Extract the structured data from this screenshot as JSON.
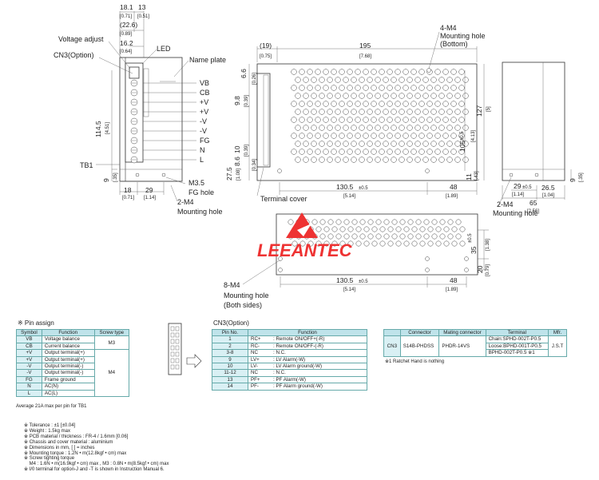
{
  "side_view": {
    "dims": {
      "top_a": "18.1",
      "top_b": "13",
      "top_a_in": "[0.71]",
      "top_b_in": "[0.51]",
      "d226": "(22.6)",
      "d226_in": "[0.89]",
      "d162": "16.2",
      "d162_in": "[0.64]",
      "h1145": "114.5",
      "h1145_in": "[4.51]",
      "b9": "9",
      "b9_in": "[.35]",
      "b18": "18",
      "b18_in": "[0.71]",
      "b29": "29",
      "b29_in": "[1.14]"
    },
    "labels": {
      "voltage_adjust": "Voltage adjust",
      "cn3": "CN3(Option)",
      "led": "LED",
      "name_plate": "Name plate",
      "tb1": "TB1",
      "m35": "M3.5",
      "fg_hole": "FG hole",
      "two_m4": "2-M4",
      "mounting_hole": "Mounting hole"
    },
    "terminals": [
      "VB",
      "CB",
      "+V",
      "+V",
      "-V",
      "-V",
      "FG",
      "N",
      "L"
    ]
  },
  "top_view": {
    "dims": {
      "d19": "(19)",
      "d19_in": "[0.75]",
      "d195": "195",
      "d195_in": "[7.68]",
      "d66": "6.6",
      "d66_in": "[0.26]",
      "d98": "9.8",
      "d98_in": "[0.39]",
      "d10": "10",
      "d10_in": "[0.39]",
      "d86": "8.6",
      "d86_in": "[0.34]",
      "d275": "27.5",
      "d275_in": "[1.08]",
      "d105": "105",
      "d105_tol": "±0.5",
      "d105_in": "[4.13]",
      "d127": "127",
      "d127_in": "[5]",
      "d11": "11",
      "d11_in": "[.43]",
      "d1305": "130.5",
      "d1305_tol": "±0.5",
      "d1305_in": "[5.14]",
      "d48": "48",
      "d48_in": "[1.89]"
    },
    "labels": {
      "four_m4": "4-M4",
      "mounting_hole_bottom": "Mounting hole",
      "bottom": "(Bottom)",
      "terminal_cover": "Terminal cover"
    }
  },
  "end_view": {
    "dims": {
      "d29": "29",
      "d29_tol": "±0.5",
      "d29_in": "[1.14]",
      "d265": "26.5",
      "d265_in": "[1.04]",
      "d65": "65",
      "d65_in": "[2.56]",
      "d9": "9",
      "d9_in": "[.35]"
    },
    "labels": {
      "two_m4": "2-M4",
      "mounting_hole": "Mounting hole"
    }
  },
  "bottom_view": {
    "dims": {
      "d35": "35",
      "d35_tol": "±0.5",
      "d35_in": "[1.38]",
      "d20": "20",
      "d20_in": "[0.79]",
      "d1305": "130.5",
      "d1305_tol": "±0.5",
      "d1305_in": "[5.14]",
      "d48": "48",
      "d48_in": "[1.89]"
    },
    "labels": {
      "eight_m4": "8-M4",
      "mounting_hole": "Mounting hole",
      "both_sides": "(Both sides)"
    },
    "watermark": "LEEANTEC"
  },
  "pin_assign": {
    "title": "※ Pin assign",
    "headers": [
      "Symbol",
      "Function",
      "Screw type"
    ],
    "rows": [
      [
        "VB",
        "Voltage balance"
      ],
      [
        "CB",
        "Current balance"
      ],
      [
        "+V",
        "Output terminal(+)"
      ],
      [
        "+V",
        "Output terminal(+)"
      ],
      [
        "-V",
        "Output terminal(-)"
      ],
      [
        "-V",
        "Output terminal(-)"
      ],
      [
        "FG",
        "Frame ground"
      ],
      [
        "N",
        "AC(N)"
      ],
      [
        "L",
        "AC(L)"
      ]
    ],
    "screw_m3": "M3",
    "screw_m4": "M4",
    "note": "Average 21A max per pin for TB1"
  },
  "cn3_table": {
    "title": "CN3(Option)",
    "headers": [
      "Pin No.",
      "Function"
    ],
    "rows": [
      [
        "1",
        "RC+",
        ": Remote ON/OFF+(-R)"
      ],
      [
        "2",
        "RC-",
        ": Remote ON/OFF-(-R)"
      ],
      [
        "3-8",
        "NC",
        ": N.C."
      ],
      [
        "9",
        "LV+",
        ": LV Alarm(-W)"
      ],
      [
        "10",
        "LV-",
        ": LV Alarm ground(-W)"
      ],
      [
        "11-12",
        "NC",
        ": N.C."
      ],
      [
        "13",
        "PF+",
        ": PF Alarm(-W)"
      ],
      [
        "14",
        "PF-",
        ": PF Alarm ground(-W)"
      ]
    ]
  },
  "connector_table": {
    "headers": [
      "",
      "Connector",
      "Mating connector",
      "Terminal",
      "Mfr."
    ],
    "cn": "CN3",
    "connector": "S14B-PHDSS",
    "mating": "PHDR-14VS",
    "terminals": [
      "Chain:SPHD-002T-P0.5",
      "Loose:BPHD-001T-P0.5",
      "BPHD-002T-P0.5 ※1"
    ],
    "mfr": "J.S.T",
    "note": "※1 Ratchet Hand is nothing"
  },
  "notes": [
    "※ Tolerance : ±1 [±0.04]",
    "※ Weight : 1.5kg max",
    "※ PCB material / thickness : FR-4 / 1.6mm [0.06]",
    "※ Chassis and cover material : aluminium",
    "※ Dimensions in mm, [    ] = inches",
    "※ Mounting torque : 1.2N • m(12.8kgf • cm) max",
    "※ Screw tighting torque",
    "    M4 : 1.6N • m(16.9kgf • cm) max , M3 : 0.8N • m(8.5kgf • cm) max",
    "※ I/0 terminal for option-J and -T is shown in Instruction Manual 6."
  ]
}
